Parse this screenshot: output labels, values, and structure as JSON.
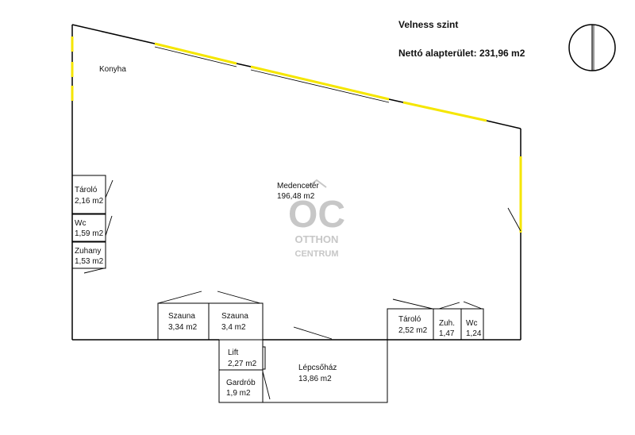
{
  "header": {
    "title": "Velness szint",
    "net_area": "Nettó alapterület: 231,96 m2"
  },
  "watermark": {
    "logo": "OC",
    "line1": "OTTHON",
    "line2": "CENTRUM"
  },
  "rooms": {
    "konyha": {
      "name": "Konyha",
      "area": ""
    },
    "medence": {
      "name": "Medencetér",
      "area": "196,48 m2"
    },
    "tarolo_left": {
      "name": "Tároló",
      "area": "2,16 m2"
    },
    "wc_left": {
      "name": "Wc",
      "area": "1,59 m2"
    },
    "zuhany": {
      "name": "Zuhany",
      "area": "1,53 m2"
    },
    "szauna1": {
      "name": "Szauna",
      "area": "3,34 m2"
    },
    "szauna2": {
      "name": "Szauna",
      "area": "3,4 m2"
    },
    "tarolo_right": {
      "name": "Tároló",
      "area": "2,52 m2"
    },
    "zuh": {
      "name": "Zuh.",
      "area": "1,47"
    },
    "wc_right": {
      "name": "Wc",
      "area": "1,24"
    },
    "lift": {
      "name": "Lift",
      "area": "2,27 m2"
    },
    "gardrob": {
      "name": "Gardrób",
      "area": "1,9 m2"
    },
    "lepcsohaz": {
      "name": "Lépcsőház",
      "area": "13,86 m2"
    }
  },
  "colors": {
    "wall": "#000000",
    "window": "#f5e600",
    "watermark": "#c7c7c7"
  }
}
